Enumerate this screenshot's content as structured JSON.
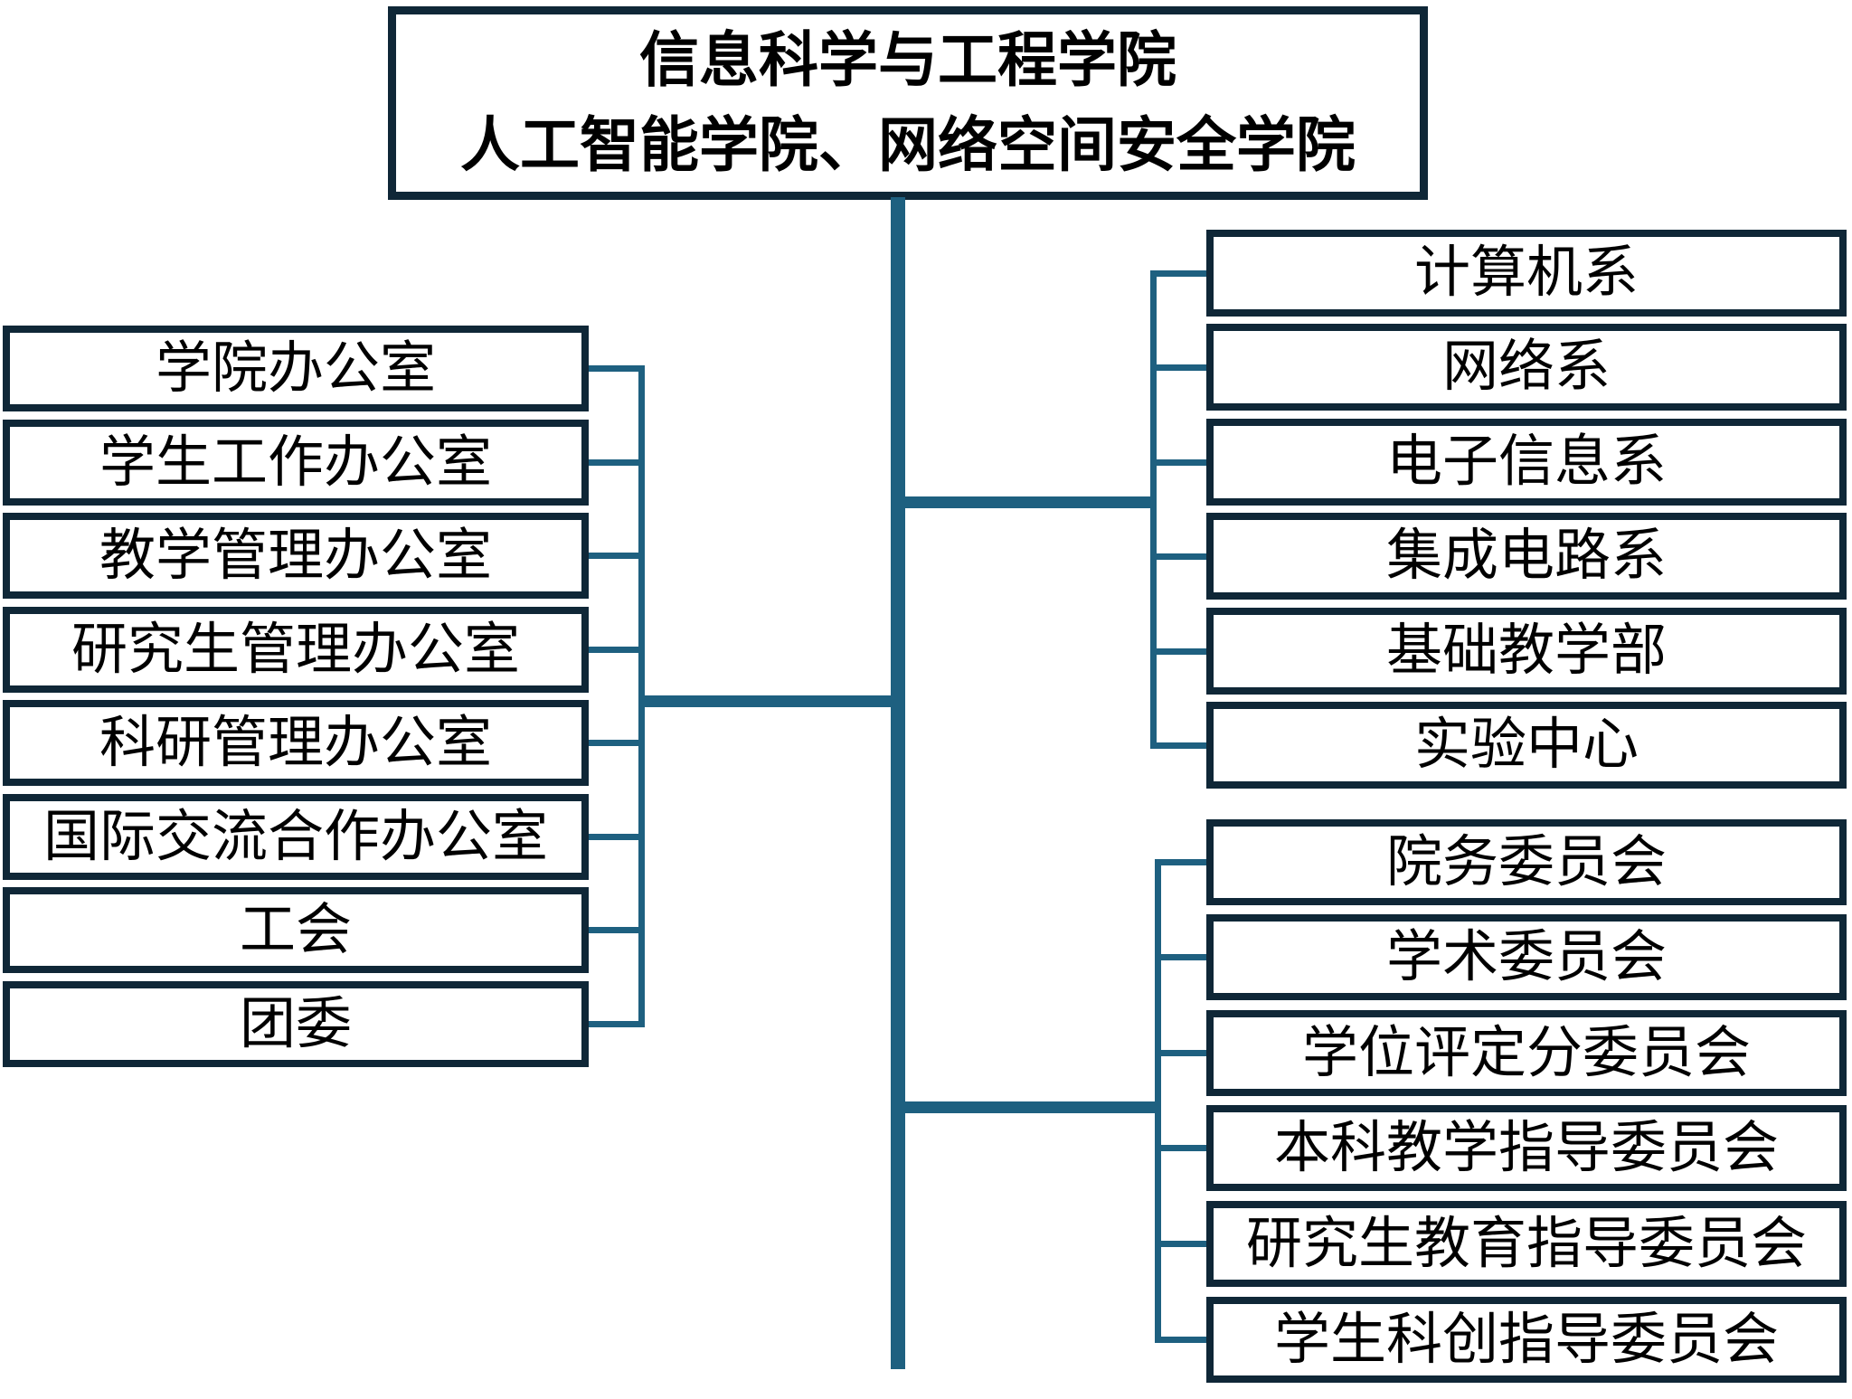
{
  "diagram": {
    "root": {
      "title_line1": "信息科学与工程学院",
      "title_line2": "人工智能学院、网络空间安全学院"
    },
    "left_group": {
      "name": "administrative-offices",
      "items": [
        "学院办公室",
        "学生工作办公室",
        "教学管理办公室",
        "研究生管理办公室",
        "科研管理办公室",
        "国际交流合作办公室",
        "工会",
        "团委"
      ]
    },
    "right_top_group": {
      "name": "departments",
      "items": [
        "计算机系",
        "网络系",
        "电子信息系",
        "集成电路系",
        "基础教学部",
        "实验中心"
      ]
    },
    "right_bottom_group": {
      "name": "committees",
      "items": [
        "院务委员会",
        "学术委员会",
        "学位评定分委员会",
        "本科教学指导委员会",
        "研究生教育指导委员会",
        "学生科创指导委员会"
      ]
    },
    "colors": {
      "connector": "#1E6080",
      "box_border": "#0F2737",
      "text": "#000000",
      "background": "#FFFFFF"
    }
  }
}
